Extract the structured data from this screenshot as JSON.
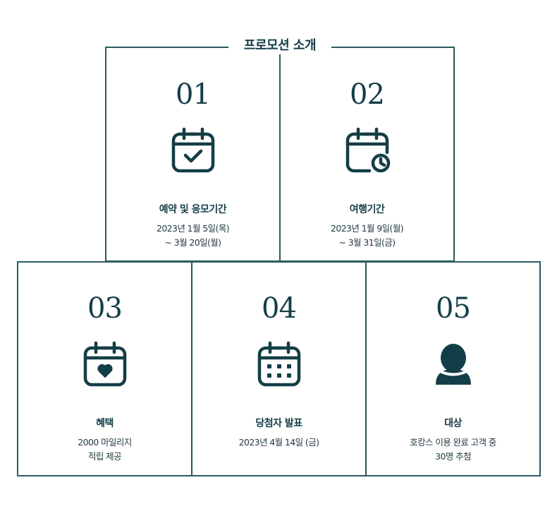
{
  "section": {
    "title": "프로모션 소개"
  },
  "colors": {
    "primary": "#143e47",
    "border": "#2b5a60",
    "background": "#ffffff"
  },
  "cards": [
    {
      "number": "01",
      "icon": "calendar-check-icon",
      "label": "예약 및 응모기간",
      "desc": [
        "2023년 1월 5일(목)",
        "~ 3월 20일(월)"
      ]
    },
    {
      "number": "02",
      "icon": "calendar-clock-icon",
      "label": "여행기간",
      "desc": [
        "2023년 1월 9일(월)",
        "~ 3월 31일(금)"
      ]
    },
    {
      "number": "03",
      "icon": "calendar-heart-icon",
      "label": "혜택",
      "desc": [
        "2000 마일리지",
        "적립 제공"
      ]
    },
    {
      "number": "04",
      "icon": "calendar-grid-icon",
      "label": "당첨자 발표",
      "desc": [
        "2023년 4월 14일 (금)"
      ]
    },
    {
      "number": "05",
      "icon": "person-icon",
      "label": "대상",
      "desc": [
        "호캉스 이용 완료 고객 중",
        "30명 추첨"
      ]
    }
  ]
}
